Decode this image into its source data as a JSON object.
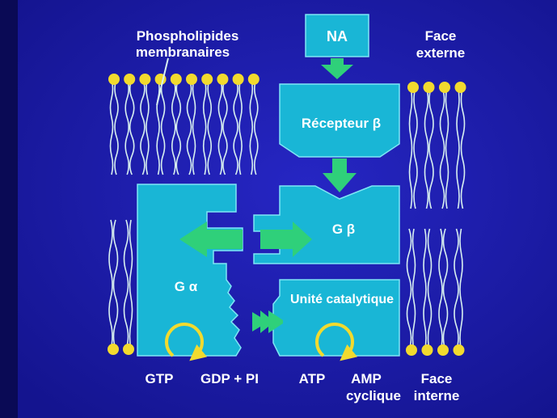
{
  "labels": {
    "phospholipides_line1": "Phospholipides",
    "phospholipides_line2": "membranaires",
    "na": "NA",
    "face_externe_line1": "Face",
    "face_externe_line2": "externe",
    "recepteur": "Récepteur β",
    "g_beta": "G β",
    "g_alpha": "G α",
    "unite_catalytique": "Unité catalytique",
    "gtp": "GTP",
    "gdp_pi": "GDP + PI",
    "atp": "ATP",
    "amp_line1": "AMP",
    "amp_line2": "cyclique",
    "face_interne_line1": "Face",
    "face_interne_line2": "interne"
  },
  "colors": {
    "background": "#1a1aa6",
    "left_band": "#0a0a55",
    "box_fill": "#19b6d6",
    "box_stroke": "#7fe6f5",
    "arrow": "#2fd07a",
    "lipid_head": "#f2da2e",
    "lipid_tail": "#d8f0f0",
    "cycle_arrow": "#f2da2e",
    "text": "#ffffff"
  }
}
